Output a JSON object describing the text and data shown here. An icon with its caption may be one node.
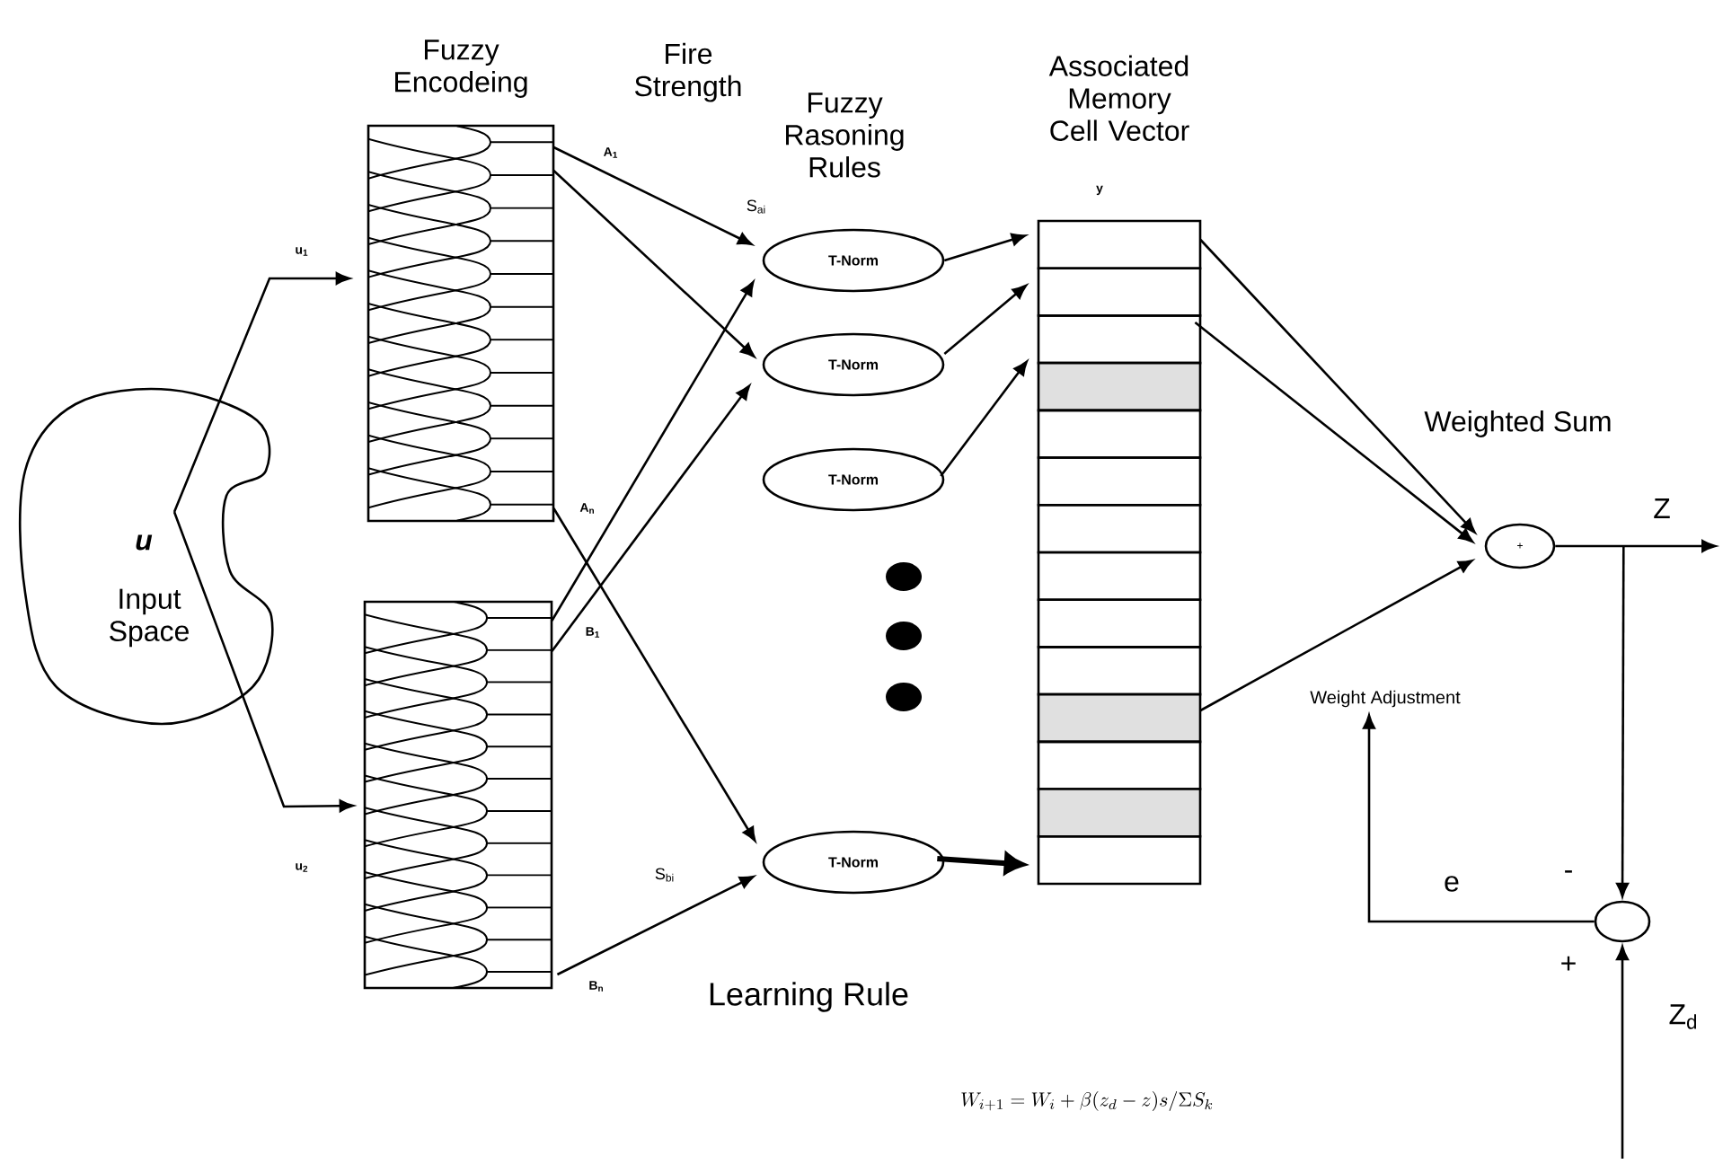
{
  "diagram": {
    "nodes": [
      {
        "text": [
          "u",
          "Input Space"
        ]
      },
      {
        "text": [
          "Fuzzy Encodeing"
        ]
      },
      {
        "text": [],
        "shape": "box"
      },
      {
        "text": [
          "T-Norm"
        ]
      },
      {
        "text": [
          "T-Norm"
        ]
      },
      {
        "text": [
          "T-Norm"
        ]
      },
      {
        "text": [
          "T-Norm"
        ]
      },
      {
        "text": [
          "Associated Memory Cell Vector",
          "y"
        ]
      },
      {
        "text": [
          "+"
        ]
      },
      {
        "text": [],
        "shape": "circle"
      },
      {
        "text": [
          "Weight Adjustment"
        ]
      }
    ],
    "edges": [
      {
        "from": 0,
        "to": 1,
        "arrow": "to",
        "label": "u$_{1}$"
      },
      {
        "from": 0,
        "to": 2,
        "arrow": "to",
        "label": "u$_{2}$"
      },
      {
        "from": 1,
        "to": 3,
        "arrow": "to"
      },
      {
        "from": 1,
        "to": 4,
        "arrow": "to"
      },
      {
        "from": 1,
        "to": 6,
        "arrow": "to"
      },
      {
        "from": 2,
        "to": 3,
        "arrow": "to"
      },
      {
        "from": 2,
        "to": 4,
        "arrow": "to"
      },
      {
        "from": 2,
        "to": 6,
        "arrow": "to"
      },
      {
        "from": 3,
        "to": 7,
        "arrow": "to"
      },
      {
        "from": 4,
        "to": 7,
        "arrow": "to"
      },
      {
        "from": 5,
        "to": 7,
        "arrow": "to"
      },
      {
        "from": 6,
        "to": 7,
        "arrow": "to",
        "style": "thick"
      },
      {
        "from": 7,
        "to": 8,
        "arrow": "to"
      },
      {
        "from": 7,
        "to": 8,
        "arrow": "to"
      },
      {
        "from": 7,
        "to": 8,
        "arrow": "to"
      },
      {
        "from": 8,
        "to": null,
        "arrow": "to",
        "label": "Z"
      },
      {
        "from": 8,
        "to": 9,
        "arrow": "to"
      },
      {
        "from": null,
        "to": 9,
        "arrow": "to",
        "label": "Z$_{d}$"
      },
      {
        "from": 9,
        "to": 10,
        "arrow": "to",
        "label": "e"
      }
    ],
    "labels": [
      "Fire Strength",
      "Fuzzy Rasoning Rules",
      "A$_{1}$",
      "S$_{ai}$",
      "A$_{n}$",
      "B$_{1}$",
      "B$_{n}$",
      "S$_{bi}$",
      "Weighted Sum",
      "-",
      "+",
      "Learning Rule",
      "W_{i+1} = W_{i} + \\beta ( z_{d} - z ) s / \\Sigma S_{k}"
    ]
  }
}
